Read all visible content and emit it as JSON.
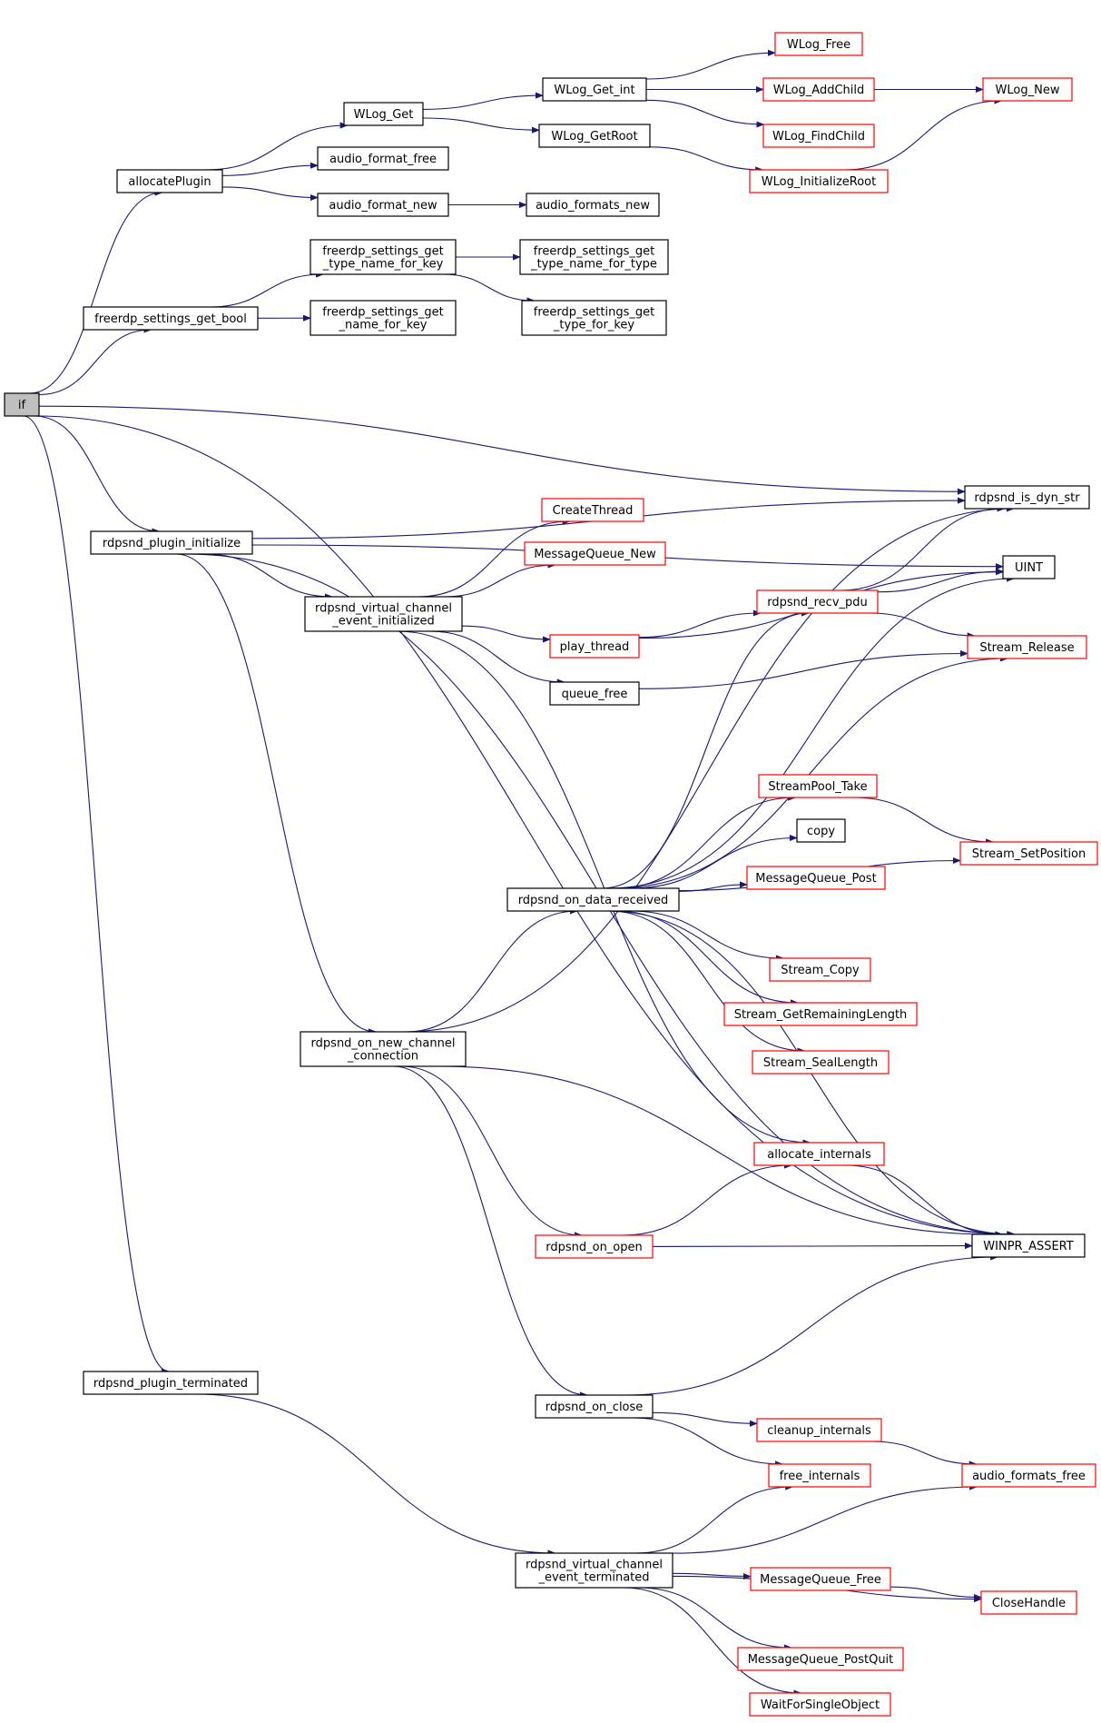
{
  "colors": {
    "edge": "#191970",
    "normal_border": "#000000",
    "red_border": "#ff0000",
    "selected_fill": "#bfbfbf"
  },
  "nodes": {
    "if": {
      "label": "if",
      "style": "selected"
    },
    "allocatePlugin": {
      "label": "allocatePlugin",
      "style": "normal"
    },
    "WLog_Get": {
      "label": "WLog_Get",
      "style": "normal"
    },
    "WLog_Get_int": {
      "label": "WLog_Get_int",
      "style": "normal"
    },
    "WLog_Free": {
      "label": "WLog_Free",
      "style": "red"
    },
    "WLog_AddChild": {
      "label": "WLog_AddChild",
      "style": "red"
    },
    "WLog_FindChild": {
      "label": "WLog_FindChild",
      "style": "red"
    },
    "WLog_New": {
      "label": "WLog_New",
      "style": "red"
    },
    "WLog_GetRoot": {
      "label": "WLog_GetRoot",
      "style": "normal"
    },
    "WLog_InitializeRoot": {
      "label": "WLog_InitializeRoot",
      "style": "red"
    },
    "audio_format_free": {
      "label": "audio_format_free",
      "style": "normal"
    },
    "audio_format_new": {
      "label": "audio_format_new",
      "style": "normal"
    },
    "audio_formats_new": {
      "label": "audio_formats_new",
      "style": "normal"
    },
    "fs_get_bool": {
      "label": "freerdp_settings_get_bool",
      "style": "normal"
    },
    "fs_type_name_for_key": {
      "label": "freerdp_settings_get\n_type_name_for_key",
      "style": "normal"
    },
    "fs_type_name_for_type": {
      "label": "freerdp_settings_get\n_type_name_for_type",
      "style": "normal"
    },
    "fs_name_for_key": {
      "label": "freerdp_settings_get\n_name_for_key",
      "style": "normal"
    },
    "fs_type_for_key": {
      "label": "freerdp_settings_get\n_type_for_key",
      "style": "normal"
    },
    "rdpsnd_is_dyn_str": {
      "label": "rdpsnd_is_dyn_str",
      "style": "normal"
    },
    "rdpsnd_plugin_initialize": {
      "label": "rdpsnd_plugin_initialize",
      "style": "normal"
    },
    "UINT": {
      "label": "UINT",
      "style": "normal"
    },
    "CreateThread": {
      "label": "CreateThread",
      "style": "red"
    },
    "MessageQueue_New": {
      "label": "MessageQueue_New",
      "style": "red"
    },
    "vc_event_initialized": {
      "label": "rdpsnd_virtual_channel\n_event_initialized",
      "style": "normal"
    },
    "rdpsnd_recv_pdu": {
      "label": "rdpsnd_recv_pdu",
      "style": "red"
    },
    "play_thread": {
      "label": "play_thread",
      "style": "red"
    },
    "Stream_Release": {
      "label": "Stream_Release",
      "style": "red"
    },
    "queue_free": {
      "label": "queue_free",
      "style": "normal"
    },
    "StreamPool_Take": {
      "label": "StreamPool_Take",
      "style": "red"
    },
    "copy": {
      "label": "copy",
      "style": "normal"
    },
    "Stream_SetPosition": {
      "label": "Stream_SetPosition",
      "style": "red"
    },
    "MessageQueue_Post": {
      "label": "MessageQueue_Post",
      "style": "red"
    },
    "rdpsnd_on_data_received": {
      "label": "rdpsnd_on_data_received",
      "style": "normal"
    },
    "Stream_Copy": {
      "label": "Stream_Copy",
      "style": "red"
    },
    "Stream_GetRemainingLength": {
      "label": "Stream_GetRemainingLength",
      "style": "red"
    },
    "rdpsnd_on_new_channel_connection": {
      "label": "rdpsnd_on_new_channel\n_connection",
      "style": "normal"
    },
    "Stream_SealLength": {
      "label": "Stream_SealLength",
      "style": "red"
    },
    "allocate_internals": {
      "label": "allocate_internals",
      "style": "red"
    },
    "rdpsnd_on_open": {
      "label": "rdpsnd_on_open",
      "style": "red"
    },
    "WINPR_ASSERT": {
      "label": "WINPR_ASSERT",
      "style": "normal"
    },
    "rdpsnd_plugin_terminated": {
      "label": "rdpsnd_plugin_terminated",
      "style": "normal"
    },
    "rdpsnd_on_close": {
      "label": "rdpsnd_on_close",
      "style": "normal"
    },
    "cleanup_internals": {
      "label": "cleanup_internals",
      "style": "red"
    },
    "free_internals": {
      "label": "free_internals",
      "style": "red"
    },
    "audio_formats_free": {
      "label": "audio_formats_free",
      "style": "red"
    },
    "vc_event_terminated": {
      "label": "rdpsnd_virtual_channel\n_event_terminated",
      "style": "normal"
    },
    "MessageQueue_Free": {
      "label": "MessageQueue_Free",
      "style": "red"
    },
    "CloseHandle": {
      "label": "CloseHandle",
      "style": "red"
    },
    "MessageQueue_PostQuit": {
      "label": "MessageQueue_PostQuit",
      "style": "red"
    },
    "WaitForSingleObject": {
      "label": "WaitForSingleObject",
      "style": "red"
    }
  },
  "edges": [
    [
      "if",
      "allocatePlugin"
    ],
    [
      "if",
      "fs_get_bool"
    ],
    [
      "if",
      "rdpsnd_is_dyn_str"
    ],
    [
      "if",
      "rdpsnd_plugin_initialize"
    ],
    [
      "if",
      "WINPR_ASSERT"
    ],
    [
      "if",
      "rdpsnd_plugin_terminated"
    ],
    [
      "allocatePlugin",
      "WLog_Get"
    ],
    [
      "allocatePlugin",
      "audio_format_free"
    ],
    [
      "allocatePlugin",
      "audio_format_new"
    ],
    [
      "WLog_Get",
      "WLog_Get_int"
    ],
    [
      "WLog_Get",
      "WLog_GetRoot"
    ],
    [
      "WLog_Get_int",
      "WLog_Free"
    ],
    [
      "WLog_Get_int",
      "WLog_AddChild"
    ],
    [
      "WLog_Get_int",
      "WLog_FindChild"
    ],
    [
      "WLog_Get_int",
      "WLog_New"
    ],
    [
      "WLog_GetRoot",
      "WLog_InitializeRoot"
    ],
    [
      "WLog_InitializeRoot",
      "WLog_New"
    ],
    [
      "audio_format_new",
      "audio_formats_new"
    ],
    [
      "fs_get_bool",
      "fs_type_name_for_key"
    ],
    [
      "fs_get_bool",
      "fs_name_for_key"
    ],
    [
      "fs_type_name_for_key",
      "fs_type_name_for_type"
    ],
    [
      "fs_type_name_for_key",
      "fs_type_for_key"
    ],
    [
      "rdpsnd_plugin_initialize",
      "rdpsnd_is_dyn_str"
    ],
    [
      "rdpsnd_plugin_initialize",
      "UINT"
    ],
    [
      "rdpsnd_plugin_initialize",
      "vc_event_initialized"
    ],
    [
      "rdpsnd_plugin_initialize",
      "rdpsnd_on_new_channel_connection"
    ],
    [
      "rdpsnd_plugin_initialize",
      "WINPR_ASSERT"
    ],
    [
      "vc_event_initialized",
      "CreateThread"
    ],
    [
      "vc_event_initialized",
      "MessageQueue_New"
    ],
    [
      "vc_event_initialized",
      "play_thread"
    ],
    [
      "vc_event_initialized",
      "queue_free"
    ],
    [
      "vc_event_initialized",
      "allocate_internals"
    ],
    [
      "play_thread",
      "UINT"
    ],
    [
      "play_thread",
      "rdpsnd_recv_pdu"
    ],
    [
      "rdpsnd_recv_pdu",
      "rdpsnd_is_dyn_str"
    ],
    [
      "rdpsnd_recv_pdu",
      "UINT"
    ],
    [
      "rdpsnd_recv_pdu",
      "Stream_Release"
    ],
    [
      "queue_free",
      "Stream_Release"
    ],
    [
      "rdpsnd_on_new_channel_connection",
      "rdpsnd_is_dyn_str"
    ],
    [
      "rdpsnd_on_new_channel_connection",
      "rdpsnd_on_data_received"
    ],
    [
      "rdpsnd_on_new_channel_connection",
      "rdpsnd_on_open"
    ],
    [
      "rdpsnd_on_new_channel_connection",
      "rdpsnd_on_close"
    ],
    [
      "rdpsnd_on_new_channel_connection",
      "WINPR_ASSERT"
    ],
    [
      "rdpsnd_on_data_received",
      "rdpsnd_recv_pdu"
    ],
    [
      "rdpsnd_on_data_received",
      "UINT"
    ],
    [
      "rdpsnd_on_data_received",
      "Stream_Release"
    ],
    [
      "rdpsnd_on_data_received",
      "StreamPool_Take"
    ],
    [
      "rdpsnd_on_data_received",
      "copy"
    ],
    [
      "rdpsnd_on_data_received",
      "MessageQueue_Post"
    ],
    [
      "rdpsnd_on_data_received",
      "Stream_SetPosition"
    ],
    [
      "rdpsnd_on_data_received",
      "Stream_Copy"
    ],
    [
      "rdpsnd_on_data_received",
      "Stream_GetRemainingLength"
    ],
    [
      "rdpsnd_on_data_received",
      "Stream_SealLength"
    ],
    [
      "rdpsnd_on_data_received",
      "WINPR_ASSERT"
    ],
    [
      "StreamPool_Take",
      "Stream_SetPosition"
    ],
    [
      "allocate_internals",
      "WINPR_ASSERT"
    ],
    [
      "rdpsnd_on_open",
      "allocate_internals"
    ],
    [
      "rdpsnd_on_open",
      "WINPR_ASSERT"
    ],
    [
      "rdpsnd_plugin_terminated",
      "vc_event_terminated"
    ],
    [
      "rdpsnd_on_close",
      "cleanup_internals"
    ],
    [
      "rdpsnd_on_close",
      "free_internals"
    ],
    [
      "rdpsnd_on_close",
      "WINPR_ASSERT"
    ],
    [
      "cleanup_internals",
      "audio_formats_free"
    ],
    [
      "vc_event_terminated",
      "free_internals"
    ],
    [
      "vc_event_terminated",
      "audio_formats_free"
    ],
    [
      "vc_event_terminated",
      "MessageQueue_Free"
    ],
    [
      "vc_event_terminated",
      "CloseHandle"
    ],
    [
      "vc_event_terminated",
      "MessageQueue_PostQuit"
    ],
    [
      "vc_event_terminated",
      "WaitForSingleObject"
    ],
    [
      "MessageQueue_Free",
      "CloseHandle"
    ]
  ]
}
